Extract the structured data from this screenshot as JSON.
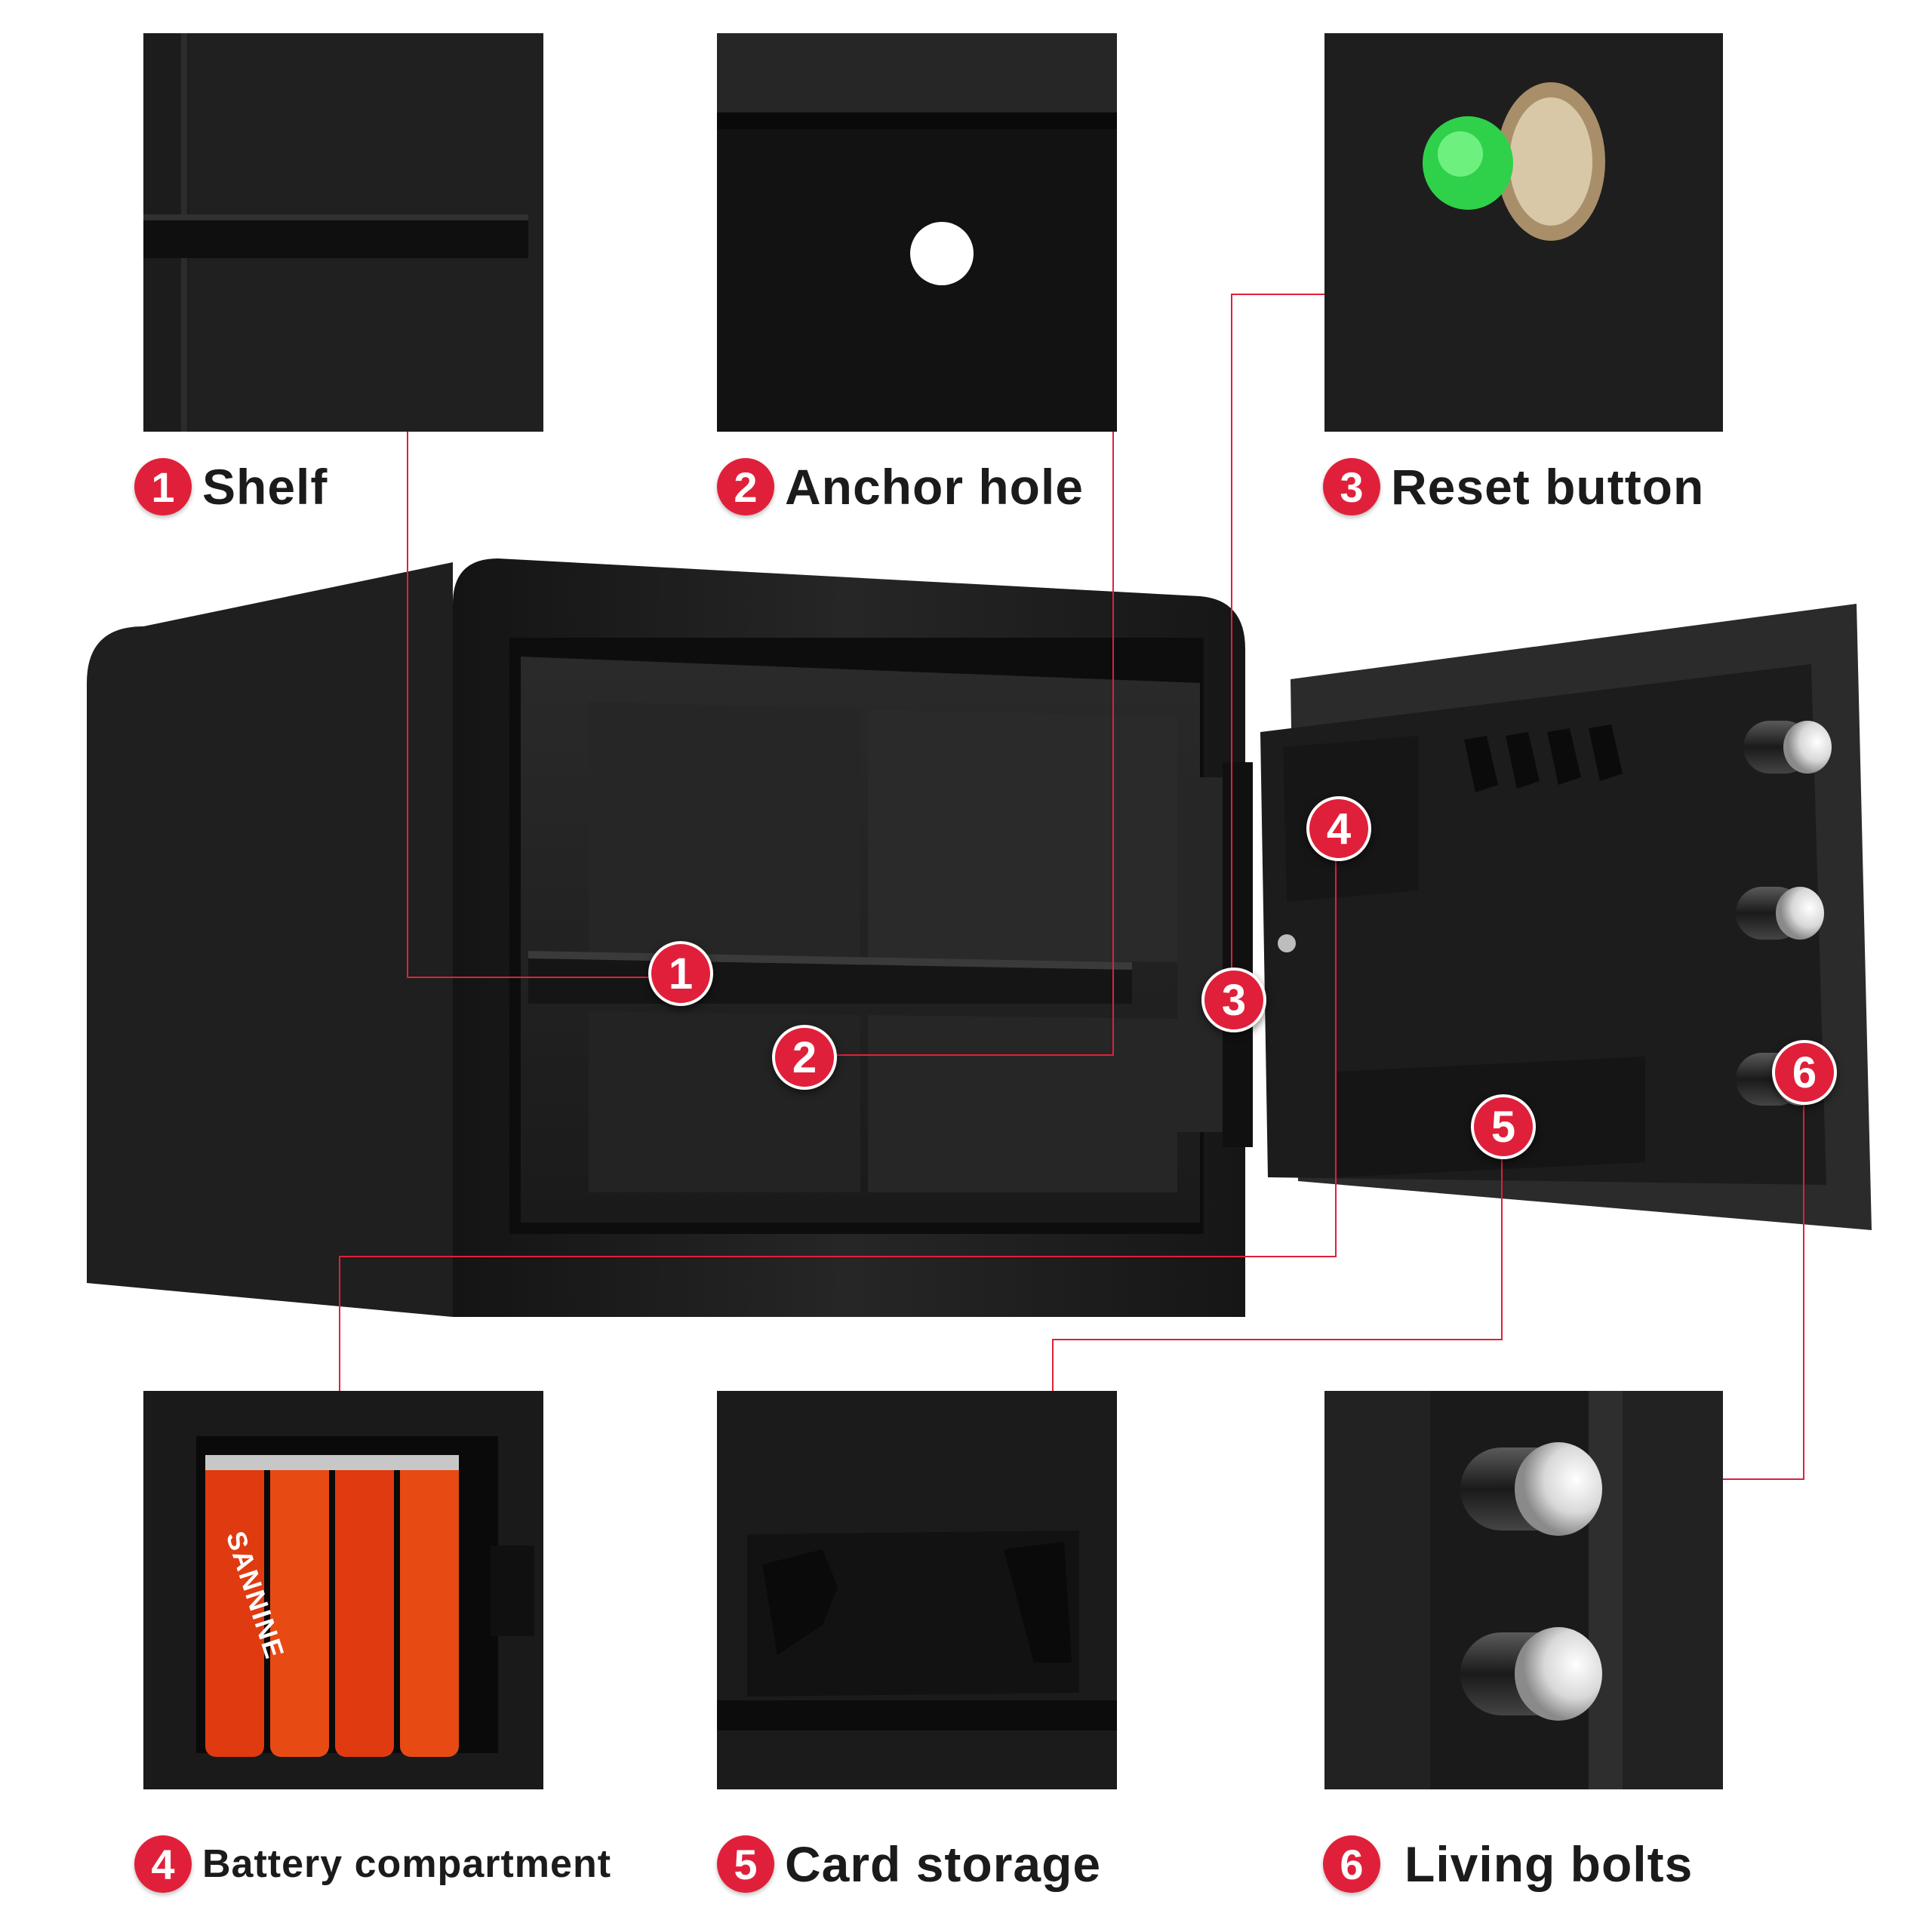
{
  "features": [
    {
      "number": "1",
      "name": "Shelf"
    },
    {
      "number": "2",
      "name": "Anchor hole"
    },
    {
      "number": "3",
      "name": "Reset button"
    },
    {
      "number": "4",
      "name": "Battery compartment"
    },
    {
      "number": "5",
      "name": "Card storage"
    },
    {
      "number": "6",
      "name": "Living bolts"
    }
  ],
  "callouts": [
    "1",
    "2",
    "3",
    "4",
    "5",
    "6"
  ],
  "battery_brand": "SANNINE",
  "colors": {
    "accent": "#e0203a",
    "safe_body": "#1c1c1c",
    "reset_button": "#2fd14a",
    "battery": "#e03a10",
    "leader_line": "#e0203a"
  }
}
